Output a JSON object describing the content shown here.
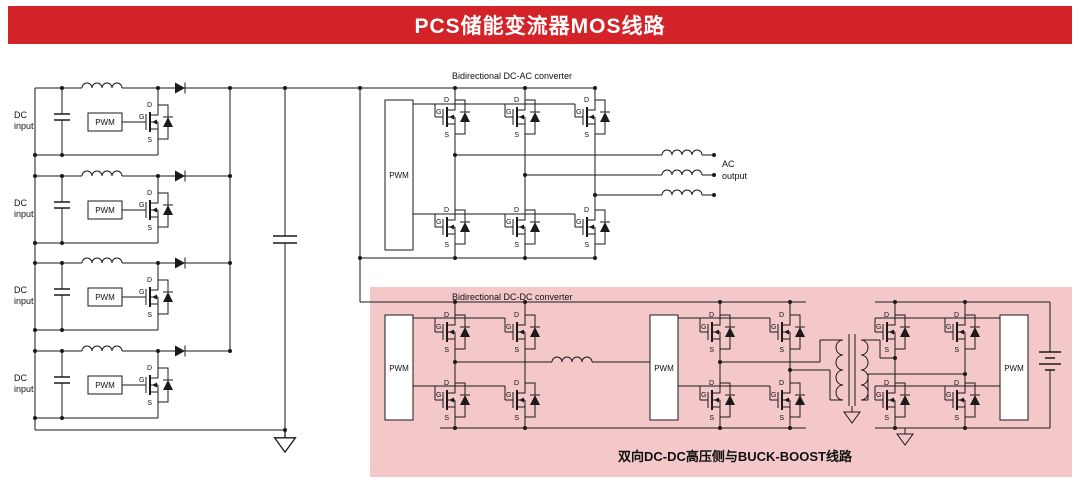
{
  "header": {
    "title": "PCS储能变流器MOS线路"
  },
  "labels": {
    "dc_input_lines": [
      "DC",
      "input"
    ],
    "ac_output_lines": [
      "AC",
      "output"
    ],
    "pwm": "PWM",
    "mosfet": {
      "gate": "G",
      "drain": "D",
      "source": "S"
    }
  },
  "sections": {
    "dcac": {
      "title": "Bidirectional DC-AC converter"
    },
    "dcdc": {
      "title": "Bidirectional DC-DC converter",
      "caption": "双向DC-DC高压侧与BUCK-BOOST线路"
    }
  },
  "colors": {
    "header_bg": "#d42328",
    "header_text": "#ffffff",
    "highlight_bg": "#f4c8c8",
    "caption": "#e60012",
    "wire": "#1a1a1a"
  }
}
